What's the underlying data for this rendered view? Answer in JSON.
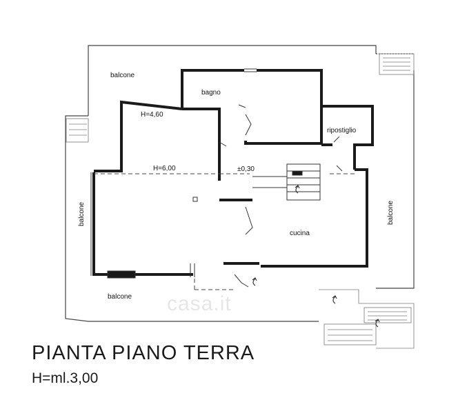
{
  "labels": {
    "balcone_top": "balcone",
    "bagno": "bagno",
    "h460": "H=4,60",
    "ripostiglio": "ripostiglio",
    "h600": "H=6,00",
    "level": "±0,30",
    "balcone_left": "balcone",
    "cucina": "cucina",
    "balcone_right": "balcone",
    "balcone_bottom": "balcone"
  },
  "title": "PIANTA PIANO TERRA",
  "subtitle": "H=ml.3,00",
  "watermark": "casa.it",
  "colors": {
    "wall": "#1a1a1a",
    "line": "#333333",
    "faint": "#9a9a9a"
  }
}
